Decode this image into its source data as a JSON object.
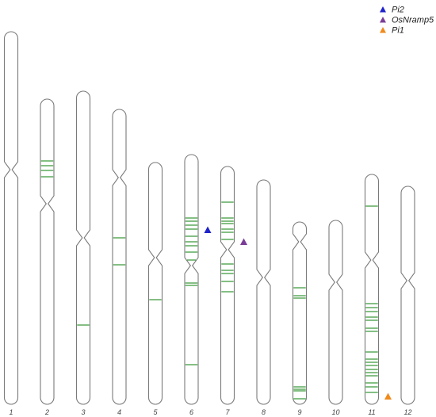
{
  "colors": {
    "outline": "#7a7a7a",
    "band": "#1e8a1e"
  },
  "legend": [
    {
      "label": "Pi2",
      "color": "#1f23c9",
      "icon": "triangle-up-icon"
    },
    {
      "label": "OsNramp5",
      "color": "#7a3e96",
      "icon": "triangle-up-icon"
    },
    {
      "label": "Pi1",
      "color": "#f08a1c",
      "icon": "triangle-up-icon"
    }
  ],
  "chromosomes": [
    {
      "label": "1",
      "length": 47.0,
      "centromere": 17.4,
      "bands": []
    },
    {
      "label": "2",
      "length": 38.5,
      "centromere": 13.2,
      "bands": [
        7.8,
        8.4,
        9.0,
        9.8
      ]
    },
    {
      "label": "3",
      "length": 39.5,
      "centromere": 18.5,
      "bands": [
        29.5
      ]
    },
    {
      "label": "4",
      "length": 37.2,
      "centromere": 8.6,
      "bands": [
        16.2,
        19.6
      ]
    },
    {
      "label": "5",
      "length": 30.5,
      "centromere": 12.0,
      "bands": [
        17.3
      ]
    },
    {
      "label": "6",
      "length": 31.5,
      "centromere": 14.0,
      "bands": [
        8.0,
        8.4,
        8.9,
        9.4,
        10.3,
        11.0,
        11.5,
        12.3,
        13.3,
        16.2,
        16.5,
        26.5
      ]
    },
    {
      "label": "7",
      "length": 30.0,
      "centromere": 10.5,
      "bands": [
        4.5,
        6.5,
        6.9,
        7.2,
        7.9,
        8.3,
        9.2,
        12.3,
        13.1,
        13.5,
        14.5,
        15.8
      ]
    },
    {
      "label": "8",
      "length": 28.3,
      "centromere": 12.3,
      "bands": []
    },
    {
      "label": "9",
      "length": 23.0,
      "centromere": 2.5,
      "bands": [
        8.3,
        9.3,
        9.6,
        20.8,
        21.1,
        21.3,
        22.3
      ]
    },
    {
      "label": "10",
      "length": 23.2,
      "centromere": 7.8,
      "bands": []
    },
    {
      "label": "11",
      "length": 29.0,
      "centromere": 10.8,
      "bands": [
        4.0,
        16.3,
        16.8,
        17.3,
        18.0,
        18.4,
        19.4,
        19.8,
        22.4,
        23.3,
        23.7,
        24.1,
        24.6,
        25.0,
        25.4,
        26.3,
        26.8,
        27.5
      ]
    },
    {
      "label": "12",
      "length": 27.5,
      "centromere": 11.9,
      "bands": []
    }
  ],
  "markers": [
    {
      "gene": "Pi2",
      "chromosome": "6",
      "position": 9.5
    },
    {
      "gene": "OsNramp5",
      "chromosome": "7",
      "position": 9.5
    },
    {
      "gene": "Pi1",
      "chromosome": "11",
      "position": 28.0
    }
  ]
}
